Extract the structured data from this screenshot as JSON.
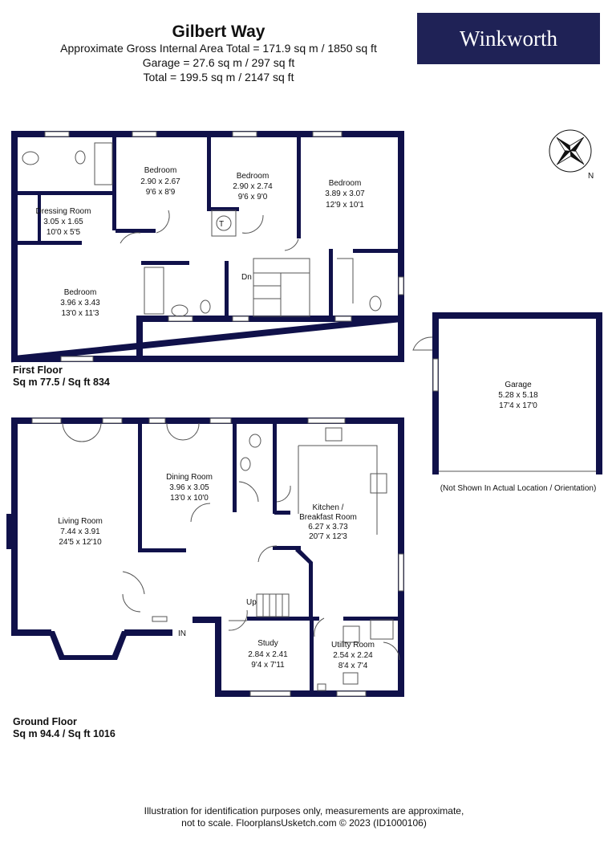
{
  "header": {
    "title": "Gilbert Way",
    "line1": "Approximate Gross Internal Area Total = 171.9 sq m / 1850 sq ft",
    "line2": "Garage = 27.6 sq m / 297 sq ft",
    "line3": "Total = 199.5 sq m / 2147 sq ft"
  },
  "logo": {
    "text": "Winkworth",
    "bg": "#1f2256"
  },
  "compass": {
    "label": "N",
    "icon": "compass-rose-icon"
  },
  "colors": {
    "wall": "#10114a",
    "line": "#555555"
  },
  "first_floor": {
    "label": "First Floor",
    "area": "Sq m 77.5 / Sq ft 834",
    "rooms": [
      {
        "name": "Bedroom",
        "metric": "2.90 x 2.67",
        "imperial": "9'6 x 8'9"
      },
      {
        "name": "Bedroom",
        "metric": "2.90 x 2.74",
        "imperial": "9'6 x 9'0"
      },
      {
        "name": "Bedroom",
        "metric": "3.89 x 3.07",
        "imperial": "12'9 x 10'1"
      },
      {
        "name": "Dressing Room",
        "metric": "3.05 x 1.65",
        "imperial": "10'0 x 5'5"
      },
      {
        "name": "Bedroom",
        "metric": "3.96 x 3.43",
        "imperial": "13'0 x 11'3"
      }
    ],
    "stairs_label": "Dn",
    "cupboard_label": "T"
  },
  "garage": {
    "name": "Garage",
    "metric": "5.28 x 5.18",
    "imperial": "17'4 x 17'0",
    "note": "(Not Shown In Actual Location / Orientation)"
  },
  "ground_floor": {
    "label": "Ground Floor",
    "area": "Sq m 94.4 / Sq ft 1016",
    "rooms": [
      {
        "name": "Dining Room",
        "metric": "3.96 x 3.05",
        "imperial": "13'0 x 10'0"
      },
      {
        "name": "Living Room",
        "metric": "7.44 x 3.91",
        "imperial": "24'5 x 12'10"
      },
      {
        "name": "Kitchen /",
        "name2": "Breakfast Room",
        "metric": "6.27 x 3.73",
        "imperial": "20'7 x 12'3"
      },
      {
        "name": "Study",
        "metric": "2.84 x 2.41",
        "imperial": "9'4 x 7'11"
      },
      {
        "name": "Utility Room",
        "metric": "2.54 x 2.24",
        "imperial": "8'4 x 7'4"
      }
    ],
    "stairs_label": "Up",
    "entrance_label": "IN"
  },
  "footer": {
    "line1": "Illustration for identification purposes only, measurements are approximate,",
    "line2": "not to scale. FloorplansUsketch.com © 2023 (ID1000106)"
  }
}
